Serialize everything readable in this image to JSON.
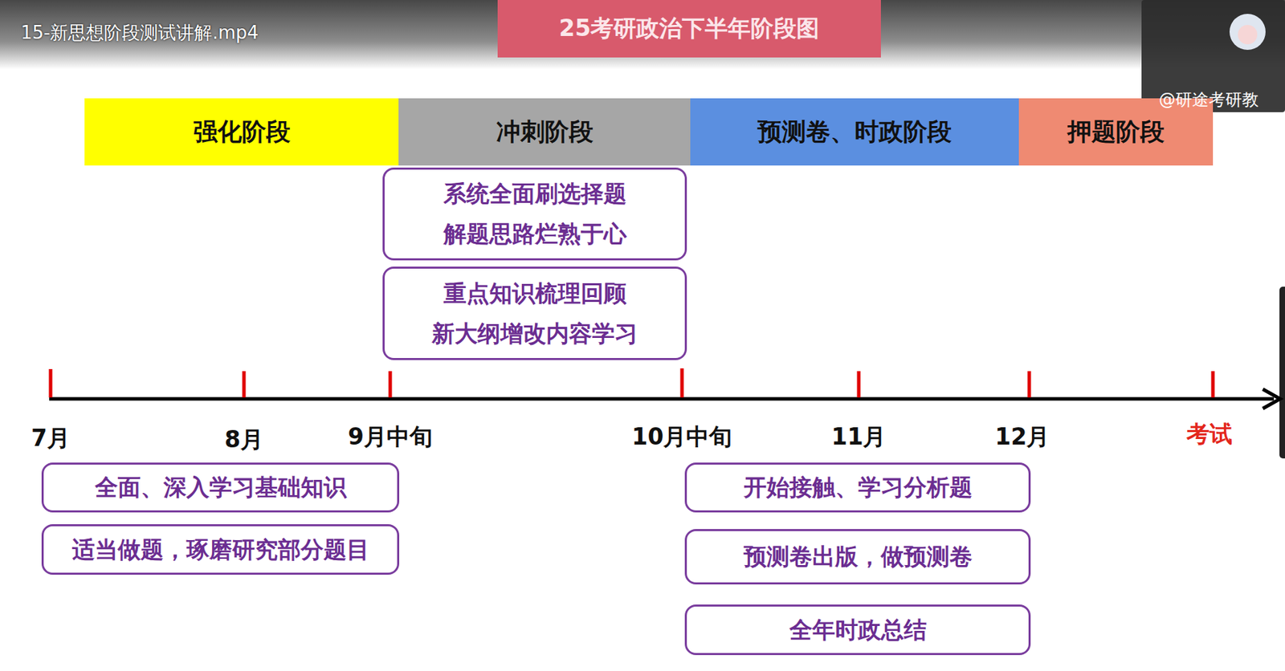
{
  "diagram": {
    "title": "25考研政治下半年阶段图",
    "nodes": [
      {
        "text": [
          "强化阶段"
        ]
      },
      {
        "text": [
          "冲刺阶段"
        ]
      },
      {
        "text": [
          "预测卷、时政阶段"
        ]
      },
      {
        "text": [
          "押题阶段"
        ]
      },
      {
        "text": [
          "系统全面刷选择题 解题思路烂熟于心"
        ]
      },
      {
        "text": [
          "重点知识梳理回顾 新大纲增改内容学习"
        ]
      },
      {
        "text": [
          "全面、深入学习基础知识"
        ]
      },
      {
        "text": [
          "适当做题，琢磨研究部分题目"
        ]
      },
      {
        "text": [
          "开始接触、学习分析题"
        ]
      },
      {
        "text": [
          "预测卷出版，做预测卷"
        ]
      },
      {
        "text": [
          "全年时政总结"
        ]
      }
    ],
    "labels": [
      "15-新思想阶段测试讲解.mp4",
      "@研途考研教",
      "7月",
      "8月",
      "9月中旬",
      "10月中旬",
      "11月",
      "12月",
      "考试"
    ]
  }
}
